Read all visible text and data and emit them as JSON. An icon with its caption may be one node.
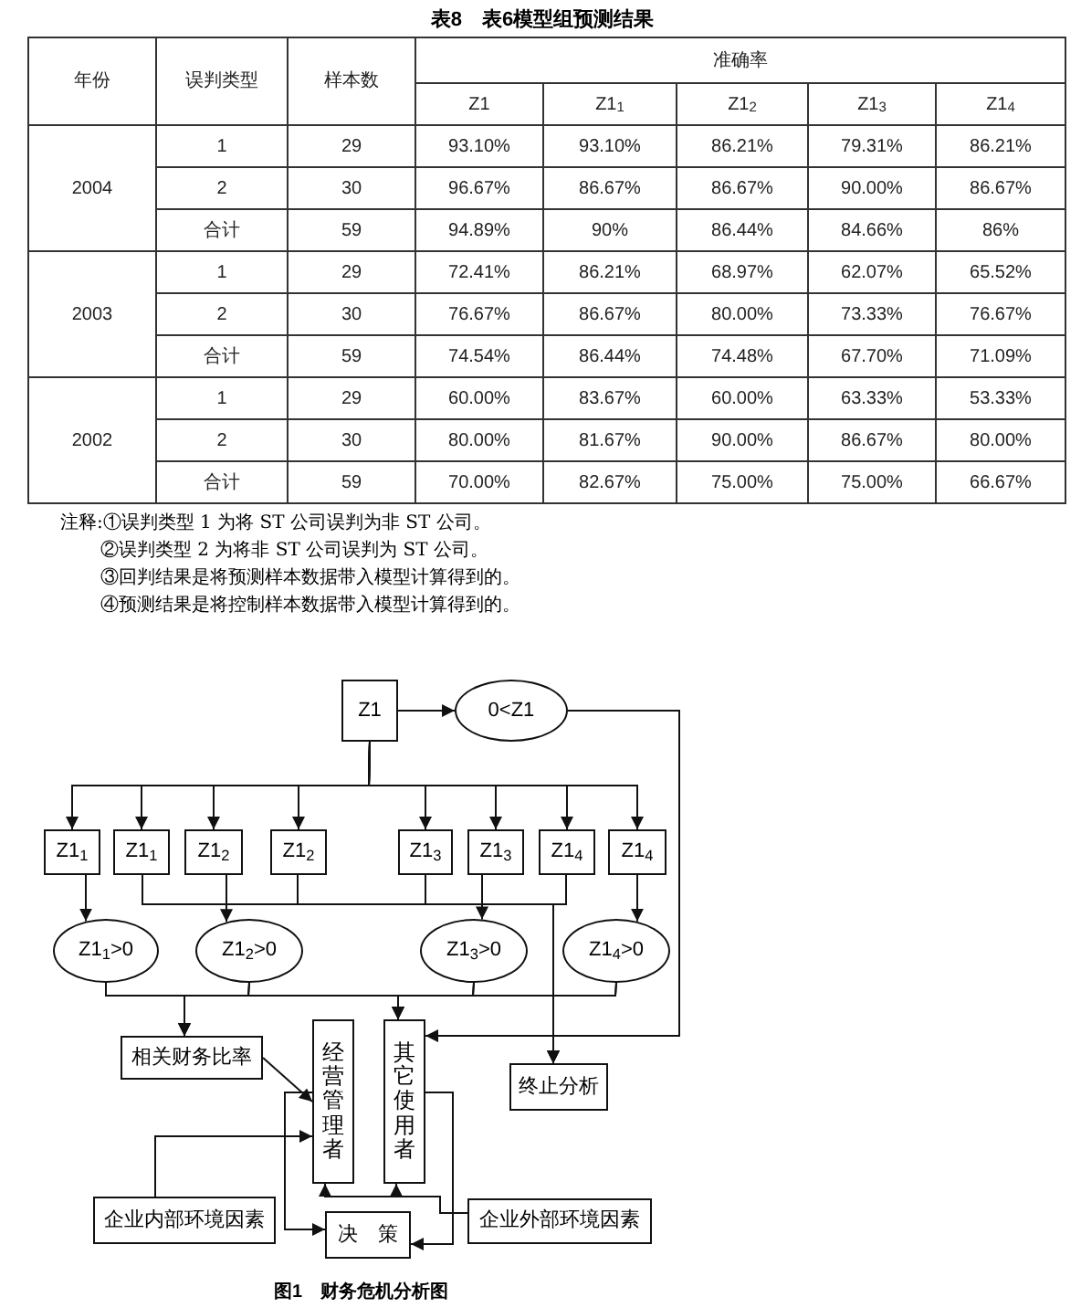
{
  "diagram": {
    "title": "表8　表6模型组预测结果",
    "caption": "图1　财务危机分析图",
    "nodes": [
      {
        "text": [
          "Z1"
        ]
      },
      {
        "text": [
          "0<Z1"
        ]
      },
      {
        "text": [
          "Z1$_{1}$"
        ]
      },
      {
        "text": [
          "Z1$_{1}$"
        ]
      },
      {
        "text": [
          "Z1$_{2}$"
        ]
      },
      {
        "text": [
          "Z1$_{2}$"
        ]
      },
      {
        "text": [
          "Z1$_{3}$"
        ]
      },
      {
        "text": [
          "Z1$_{3}$"
        ]
      },
      {
        "text": [
          "Z1$_{4}$"
        ]
      },
      {
        "text": [
          "Z1$_{4}$"
        ]
      },
      {
        "text": [
          "Z1$_{1}$>0"
        ]
      },
      {
        "text": [
          "Z1$_{2}$>0"
        ]
      },
      {
        "text": [
          "Z1$_{3}$>0"
        ]
      },
      {
        "text": [
          "Z1$_{4}$>0"
        ]
      },
      {
        "text": [
          "相关财务比率"
        ]
      },
      {
        "text": [
          "经营管理者"
        ]
      },
      {
        "text": [
          "其它使用者"
        ]
      },
      {
        "text": [
          "终止分析"
        ]
      },
      {
        "text": [
          "企业内部环境因素"
        ]
      },
      {
        "text": [
          "决　策"
        ]
      },
      {
        "text": [
          "企业外部环境因素"
        ]
      }
    ],
    "edges": [
      {
        "from": 0,
        "to": 1,
        "arrow": "to"
      },
      {
        "from": 0,
        "to": 2,
        "arrow": "to"
      },
      {
        "from": 0,
        "to": 3,
        "arrow": "to"
      },
      {
        "from": 0,
        "to": 4,
        "arrow": "to"
      },
      {
        "from": 0,
        "to": 5,
        "arrow": "to"
      },
      {
        "from": 0,
        "to": 6,
        "arrow": "to"
      },
      {
        "from": 0,
        "to": 7,
        "arrow": "to"
      },
      {
        "from": 0,
        "to": 8,
        "arrow": "to"
      },
      {
        "from": 0,
        "to": 9,
        "arrow": "to"
      },
      {
        "from": 1,
        "to": 16,
        "arrow": "to"
      },
      {
        "from": 2,
        "to": 10,
        "arrow": "to"
      },
      {
        "from": 4,
        "to": 11,
        "arrow": "to"
      },
      {
        "from": 7,
        "to": 12,
        "arrow": "to"
      },
      {
        "from": 9,
        "to": 13,
        "arrow": "to"
      },
      {
        "from": 3,
        "to": 17,
        "arrow": "to"
      },
      {
        "from": 5,
        "to": 17,
        "arrow": "to"
      },
      {
        "from": 6,
        "to": 17,
        "arrow": "to"
      },
      {
        "from": 8,
        "to": 17,
        "arrow": "to"
      },
      {
        "from": 10,
        "to": 14,
        "arrow": "to"
      },
      {
        "from": 11,
        "to": 14,
        "arrow": "to"
      },
      {
        "from": 12,
        "to": 14,
        "arrow": "to"
      },
      {
        "from": 13,
        "to": 14,
        "arrow": "to"
      },
      {
        "from": 10,
        "to": 16,
        "arrow": "to"
      },
      {
        "from": 11,
        "to": 16,
        "arrow": "to"
      },
      {
        "from": 12,
        "to": 16,
        "arrow": "to"
      },
      {
        "from": 13,
        "to": 16,
        "arrow": "to"
      },
      {
        "from": 14,
        "to": 15,
        "arrow": "to"
      },
      {
        "from": 18,
        "to": 15,
        "arrow": "to"
      },
      {
        "from": 15,
        "to": 19,
        "arrow": "to"
      },
      {
        "from": 16,
        "to": 19,
        "arrow": "to"
      },
      {
        "from": 20,
        "to": 15,
        "arrow": "to"
      },
      {
        "from": 20,
        "to": 16,
        "arrow": "to"
      }
    ],
    "labels": [
      "年份",
      "误判类型",
      "样本数",
      "准确率",
      "Z1",
      "Z1$_{1}$",
      "Z1$_{2}$",
      "Z1$_{3}$",
      "Z1$_{4}$",
      "2004",
      "1",
      "29",
      "93.10%",
      "93.10%",
      "86.21%",
      "79.31%",
      "86.21%",
      "2",
      "30",
      "96.67%",
      "86.67%",
      "86.67%",
      "90.00%",
      "86.67%",
      "合计",
      "59",
      "94.89%",
      "90%",
      "86.44%",
      "84.66%",
      "86%",
      "2003",
      "1",
      "29",
      "72.41%",
      "86.21%",
      "68.97%",
      "62.07%",
      "65.52%",
      "2",
      "30",
      "76.67%",
      "86.67%",
      "80.00%",
      "73.33%",
      "76.67%",
      "合计",
      "59",
      "74.54%",
      "86.44%",
      "74.48%",
      "67.70%",
      "71.09%",
      "2002",
      "1",
      "29",
      "60.00%",
      "83.67%",
      "60.00%",
      "63.33%",
      "53.33%",
      "2",
      "30",
      "80.00%",
      "81.67%",
      "90.00%",
      "86.67%",
      "80.00%",
      "合计",
      "59",
      "70.00%",
      "82.67%",
      "75.00%",
      "75.00%",
      "66.67%",
      "注释:①误判类型 1 为将 ST 公司误判为非 ST 公司。",
      "②误判类型 2 为将非 ST 公司误判为 ST 公司。",
      "③回判结果是将预测样本数据带入模型计算得到的。",
      "④预测结果是将控制样本数据带入模型计算得到的。"
    ]
  }
}
